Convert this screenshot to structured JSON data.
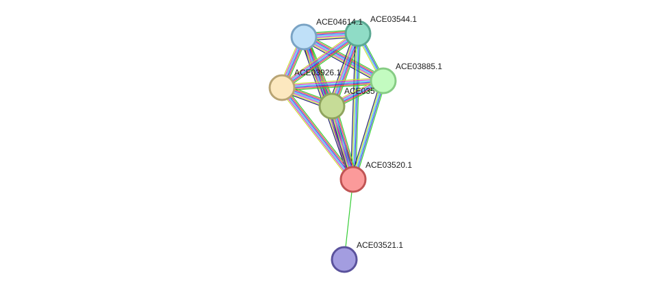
{
  "network": {
    "nodes": [
      {
        "id": "ACE04614.1",
        "label": "ACE04614.1",
        "fill": "#bfe0f8",
        "stroke": "#7aa3c4"
      },
      {
        "id": "ACE03544.1",
        "label": "ACE03544.1",
        "fill": "#8fdcc6",
        "stroke": "#5aa892"
      },
      {
        "id": "ACE03885.1",
        "label": "ACE03885.1",
        "fill": "#c3fbc0",
        "stroke": "#86cc84"
      },
      {
        "id": "ACE03926.1",
        "label": "ACE03926.1",
        "fill": "#fce8bf",
        "stroke": "#b8a474"
      },
      {
        "id": "ACE035",
        "label": "ACE035",
        "fill": "#c6dc97",
        "stroke": "#8fa45e"
      },
      {
        "id": "ACE03520.1",
        "label": "ACE03520.1",
        "fill": "#fb9a9a",
        "stroke": "#c05454"
      },
      {
        "id": "ACE03521.1",
        "label": "ACE03521.1",
        "fill": "#a39de0",
        "stroke": "#5a529c"
      }
    ],
    "edge_colors": {
      "green": "#33cc33",
      "red": "#e83a3a",
      "blue": "#3a3ae8",
      "cyan": "#33c4e8",
      "magenta": "#cc33cc",
      "yellow": "#c8dc33",
      "navy": "#202070",
      "purple": "#8844aa"
    },
    "edges": [
      {
        "source": "ACE04614.1",
        "target": "ACE03544.1",
        "evidence": [
          "green",
          "red",
          "blue",
          "cyan",
          "magenta",
          "yellow",
          "navy"
        ]
      },
      {
        "source": "ACE04614.1",
        "target": "ACE03885.1",
        "evidence": [
          "green",
          "red",
          "blue",
          "cyan",
          "magenta",
          "yellow",
          "navy"
        ]
      },
      {
        "source": "ACE04614.1",
        "target": "ACE03926.1",
        "evidence": [
          "green",
          "red",
          "blue",
          "cyan",
          "magenta",
          "yellow"
        ]
      },
      {
        "source": "ACE04614.1",
        "target": "ACE035",
        "evidence": [
          "green",
          "red",
          "blue",
          "cyan",
          "magenta",
          "yellow",
          "navy"
        ]
      },
      {
        "source": "ACE04614.1",
        "target": "ACE03520.1",
        "evidence": [
          "green",
          "red",
          "blue",
          "cyan",
          "magenta",
          "yellow",
          "navy"
        ]
      },
      {
        "source": "ACE03544.1",
        "target": "ACE03885.1",
        "evidence": [
          "green",
          "blue",
          "cyan",
          "yellow"
        ]
      },
      {
        "source": "ACE03544.1",
        "target": "ACE03926.1",
        "evidence": [
          "green",
          "red",
          "blue",
          "cyan",
          "magenta",
          "yellow"
        ]
      },
      {
        "source": "ACE03544.1",
        "target": "ACE035",
        "evidence": [
          "green",
          "red",
          "blue",
          "cyan",
          "magenta",
          "yellow",
          "navy"
        ]
      },
      {
        "source": "ACE03544.1",
        "target": "ACE03520.1",
        "evidence": [
          "green",
          "blue",
          "cyan",
          "yellow",
          "navy"
        ]
      },
      {
        "source": "ACE03885.1",
        "target": "ACE03926.1",
        "evidence": [
          "green",
          "red",
          "blue",
          "cyan",
          "magenta",
          "yellow"
        ]
      },
      {
        "source": "ACE03885.1",
        "target": "ACE035",
        "evidence": [
          "green",
          "red",
          "blue",
          "cyan",
          "magenta",
          "yellow"
        ]
      },
      {
        "source": "ACE03885.1",
        "target": "ACE03520.1",
        "evidence": [
          "green",
          "blue",
          "cyan",
          "yellow",
          "navy"
        ]
      },
      {
        "source": "ACE03926.1",
        "target": "ACE035",
        "evidence": [
          "green",
          "red",
          "blue",
          "cyan",
          "magenta",
          "yellow",
          "navy"
        ]
      },
      {
        "source": "ACE03926.1",
        "target": "ACE03520.1",
        "evidence": [
          "green",
          "red",
          "blue",
          "cyan",
          "magenta",
          "yellow"
        ]
      },
      {
        "source": "ACE035",
        "target": "ACE03520.1",
        "evidence": [
          "green",
          "red",
          "blue",
          "cyan",
          "magenta",
          "yellow",
          "navy",
          "purple"
        ]
      },
      {
        "source": "ACE03520.1",
        "target": "ACE03521.1",
        "evidence": [
          "green"
        ]
      }
    ]
  }
}
